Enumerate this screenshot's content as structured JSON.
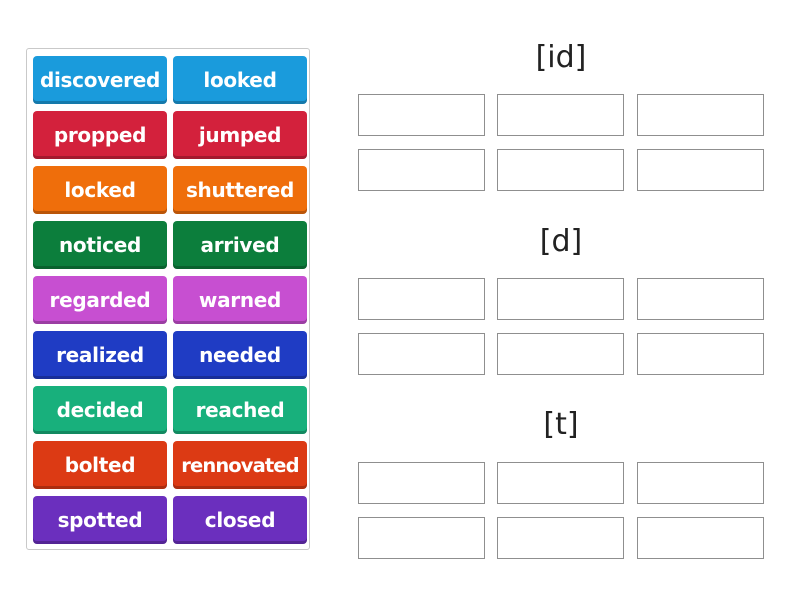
{
  "tiles": [
    {
      "label": "discovered",
      "color": "#1a9bdc"
    },
    {
      "label": "looked",
      "color": "#1a9bdc"
    },
    {
      "label": "propped",
      "color": "#d3213c"
    },
    {
      "label": "jumped",
      "color": "#d3213c"
    },
    {
      "label": "locked",
      "color": "#ef6e0b"
    },
    {
      "label": "shuttered",
      "color": "#ef6e0b"
    },
    {
      "label": "noticed",
      "color": "#0c7e3c"
    },
    {
      "label": "arrived",
      "color": "#0c7e3c"
    },
    {
      "label": "regarded",
      "color": "#c74fd1"
    },
    {
      "label": "warned",
      "color": "#c74fd1"
    },
    {
      "label": "realized",
      "color": "#1f3cc4"
    },
    {
      "label": "needed",
      "color": "#1f3cc4"
    },
    {
      "label": "decided",
      "color": "#18b07c"
    },
    {
      "label": "reached",
      "color": "#18b07c"
    },
    {
      "label": "bolted",
      "color": "#dc3a14"
    },
    {
      "label": "rennovated",
      "color": "#dc3a14"
    },
    {
      "label": "spotted",
      "color": "#6b2fbe"
    },
    {
      "label": "closed",
      "color": "#6b2fbe"
    }
  ],
  "groups": [
    {
      "title": "[id]"
    },
    {
      "title": "[d]"
    },
    {
      "title": "[t]"
    }
  ],
  "slot_border_color": "#8f8f8f"
}
